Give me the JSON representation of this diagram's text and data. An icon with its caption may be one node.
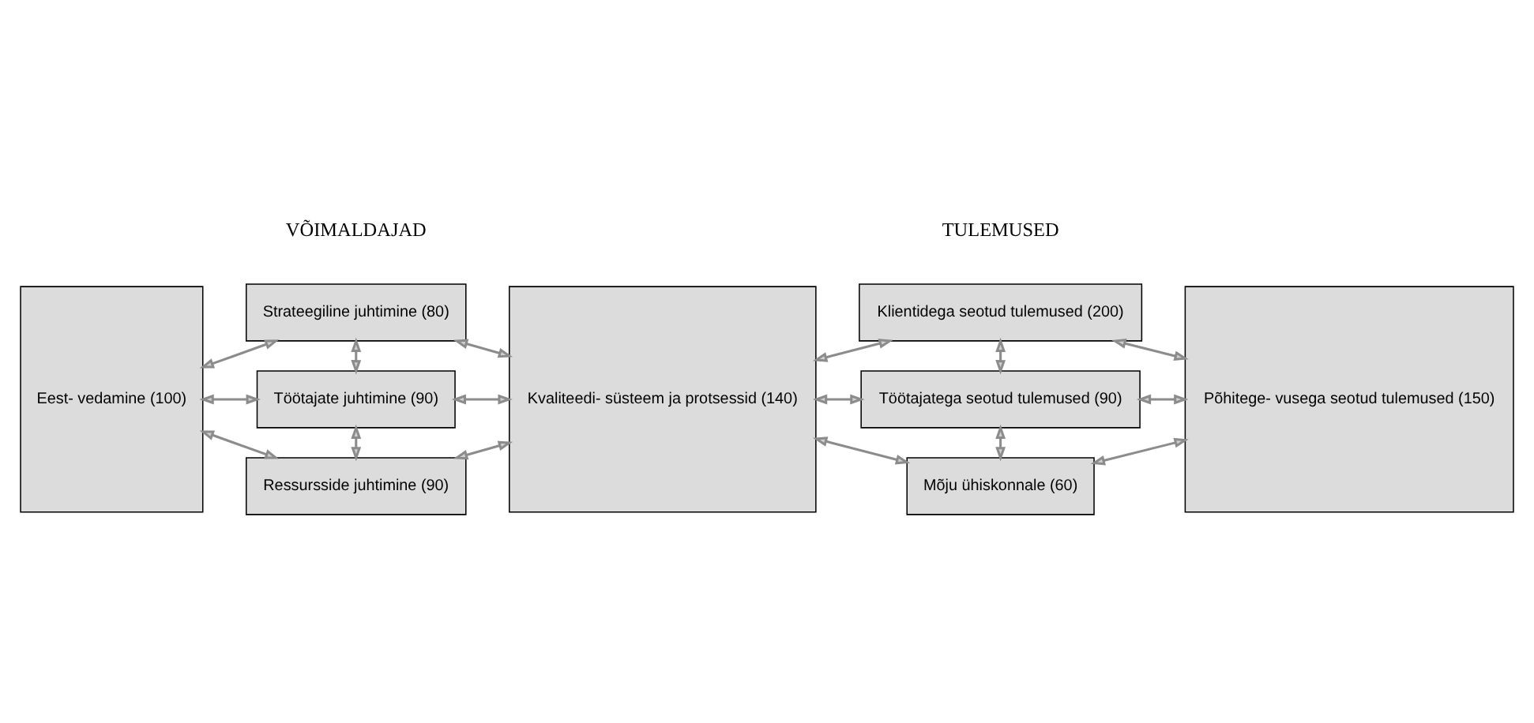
{
  "diagram": {
    "nodes": [
      {
        "text": [
          "Eest- vedamine (100)"
        ]
      },
      {
        "text": [
          "Strateegiline juhtimine (80)"
        ]
      },
      {
        "text": [
          "Töötajate juhtimine (90)"
        ]
      },
      {
        "text": [
          "Ressursside juhtimine (90)"
        ]
      },
      {
        "text": [
          "Kvaliteedi- süsteem ja protsessid (140)"
        ]
      },
      {
        "text": [
          "Klientidega seotud tulemused (200)"
        ]
      },
      {
        "text": [
          "Töötajatega seotud tulemused (90)"
        ]
      },
      {
        "text": [
          "Mõju ühiskonnale (60)"
        ]
      },
      {
        "text": [
          "Põhitege- vusega seotud tulemused (150)"
        ]
      }
    ],
    "edges": [
      {
        "from": 0,
        "to": 1,
        "arrow": "both"
      },
      {
        "from": 1,
        "to": 4,
        "arrow": "both"
      },
      {
        "from": 4,
        "to": 5,
        "arrow": "both"
      },
      {
        "from": 5,
        "to": 8,
        "arrow": "both"
      },
      {
        "from": 1,
        "to": 2,
        "arrow": "both"
      },
      {
        "from": 5,
        "to": 6,
        "arrow": "both"
      },
      {
        "from": 0,
        "to": 2,
        "arrow": "both"
      },
      {
        "from": 2,
        "to": 4,
        "arrow": "both"
      },
      {
        "from": 4,
        "to": 6,
        "arrow": "both"
      },
      {
        "from": 6,
        "to": 8,
        "arrow": "both"
      },
      {
        "from": 2,
        "to": 3,
        "arrow": "both"
      },
      {
        "from": 6,
        "to": 7,
        "arrow": "both"
      },
      {
        "from": 0,
        "to": 3,
        "arrow": "both"
      },
      {
        "from": 3,
        "to": 4,
        "arrow": "both"
      },
      {
        "from": 4,
        "to": 7,
        "arrow": "both"
      },
      {
        "from": 7,
        "to": 8,
        "arrow": "both"
      }
    ],
    "labels": [
      "VÕIMALDAJAD",
      "TULEMUSED"
    ]
  }
}
